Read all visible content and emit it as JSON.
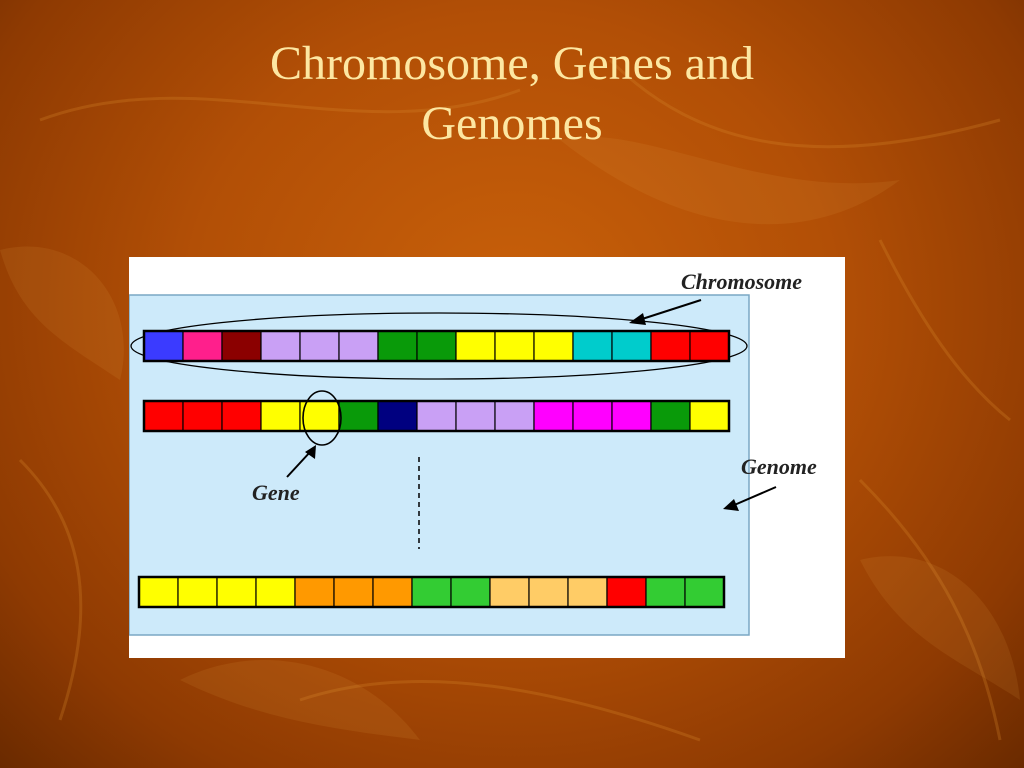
{
  "slide": {
    "title_line1": "Chromosome, Genes and",
    "title_line2": "Genomes"
  },
  "diagram": {
    "labels": {
      "chromosome": "Chromosome",
      "gene": "Gene",
      "genome": "Genome"
    },
    "colors": {
      "panel_background": "#cdeafa",
      "title_text": "#fde7a2"
    },
    "chromosomes": [
      {
        "segments": [
          "#3b3bff",
          "#ff1f8c",
          "#8b0000",
          "#c9a0f5",
          "#c9a0f5",
          "#c9a0f5",
          "#099a09",
          "#099a09",
          "#ffff00",
          "#ffff00",
          "#ffff00",
          "#00cccc",
          "#00cccc",
          "#ff0000",
          "#ff0000"
        ]
      },
      {
        "segments": [
          "#ff0000",
          "#ff0000",
          "#ff0000",
          "#ffff00",
          "#ffff00",
          "#099a09",
          "#000080",
          "#c9a0f5",
          "#c9a0f5",
          "#c9a0f5",
          "#ff00ff",
          "#ff00ff",
          "#ff00ff",
          "#099a09",
          "#ffff00"
        ]
      },
      {
        "segments": [
          "#ffff00",
          "#ffff00",
          "#ffff00",
          "#ffff00",
          "#ff9900",
          "#ff9900",
          "#ff9900",
          "#33cc33",
          "#33cc33",
          "#ffcc66",
          "#ffcc66",
          "#ffcc66",
          "#ff0000",
          "#33cc33",
          "#33cc33"
        ]
      }
    ]
  }
}
